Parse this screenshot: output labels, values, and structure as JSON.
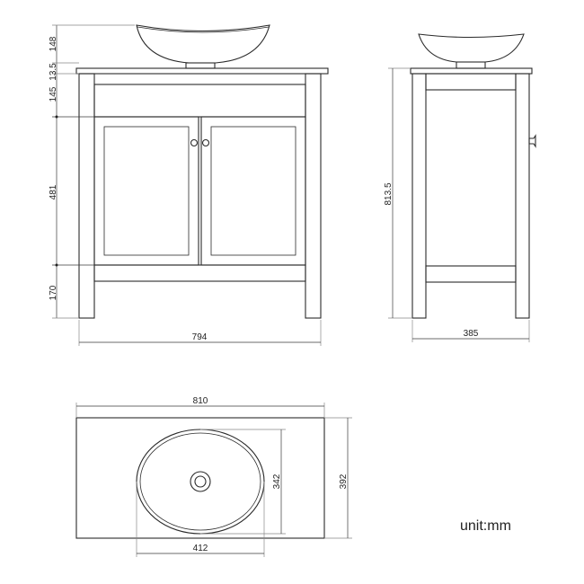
{
  "front_view": {
    "dims": {
      "basin_height": "148",
      "top_thickness": "13.5",
      "rail_height": "145",
      "door_height": "481",
      "leg_height": "170",
      "width": "794"
    }
  },
  "side_view": {
    "dims": {
      "height": "813.5",
      "depth": "385"
    }
  },
  "top_view": {
    "dims": {
      "width": "810",
      "depth": "392",
      "basin_width": "412",
      "basin_depth": "342"
    }
  },
  "unit_label": "unit:mm"
}
